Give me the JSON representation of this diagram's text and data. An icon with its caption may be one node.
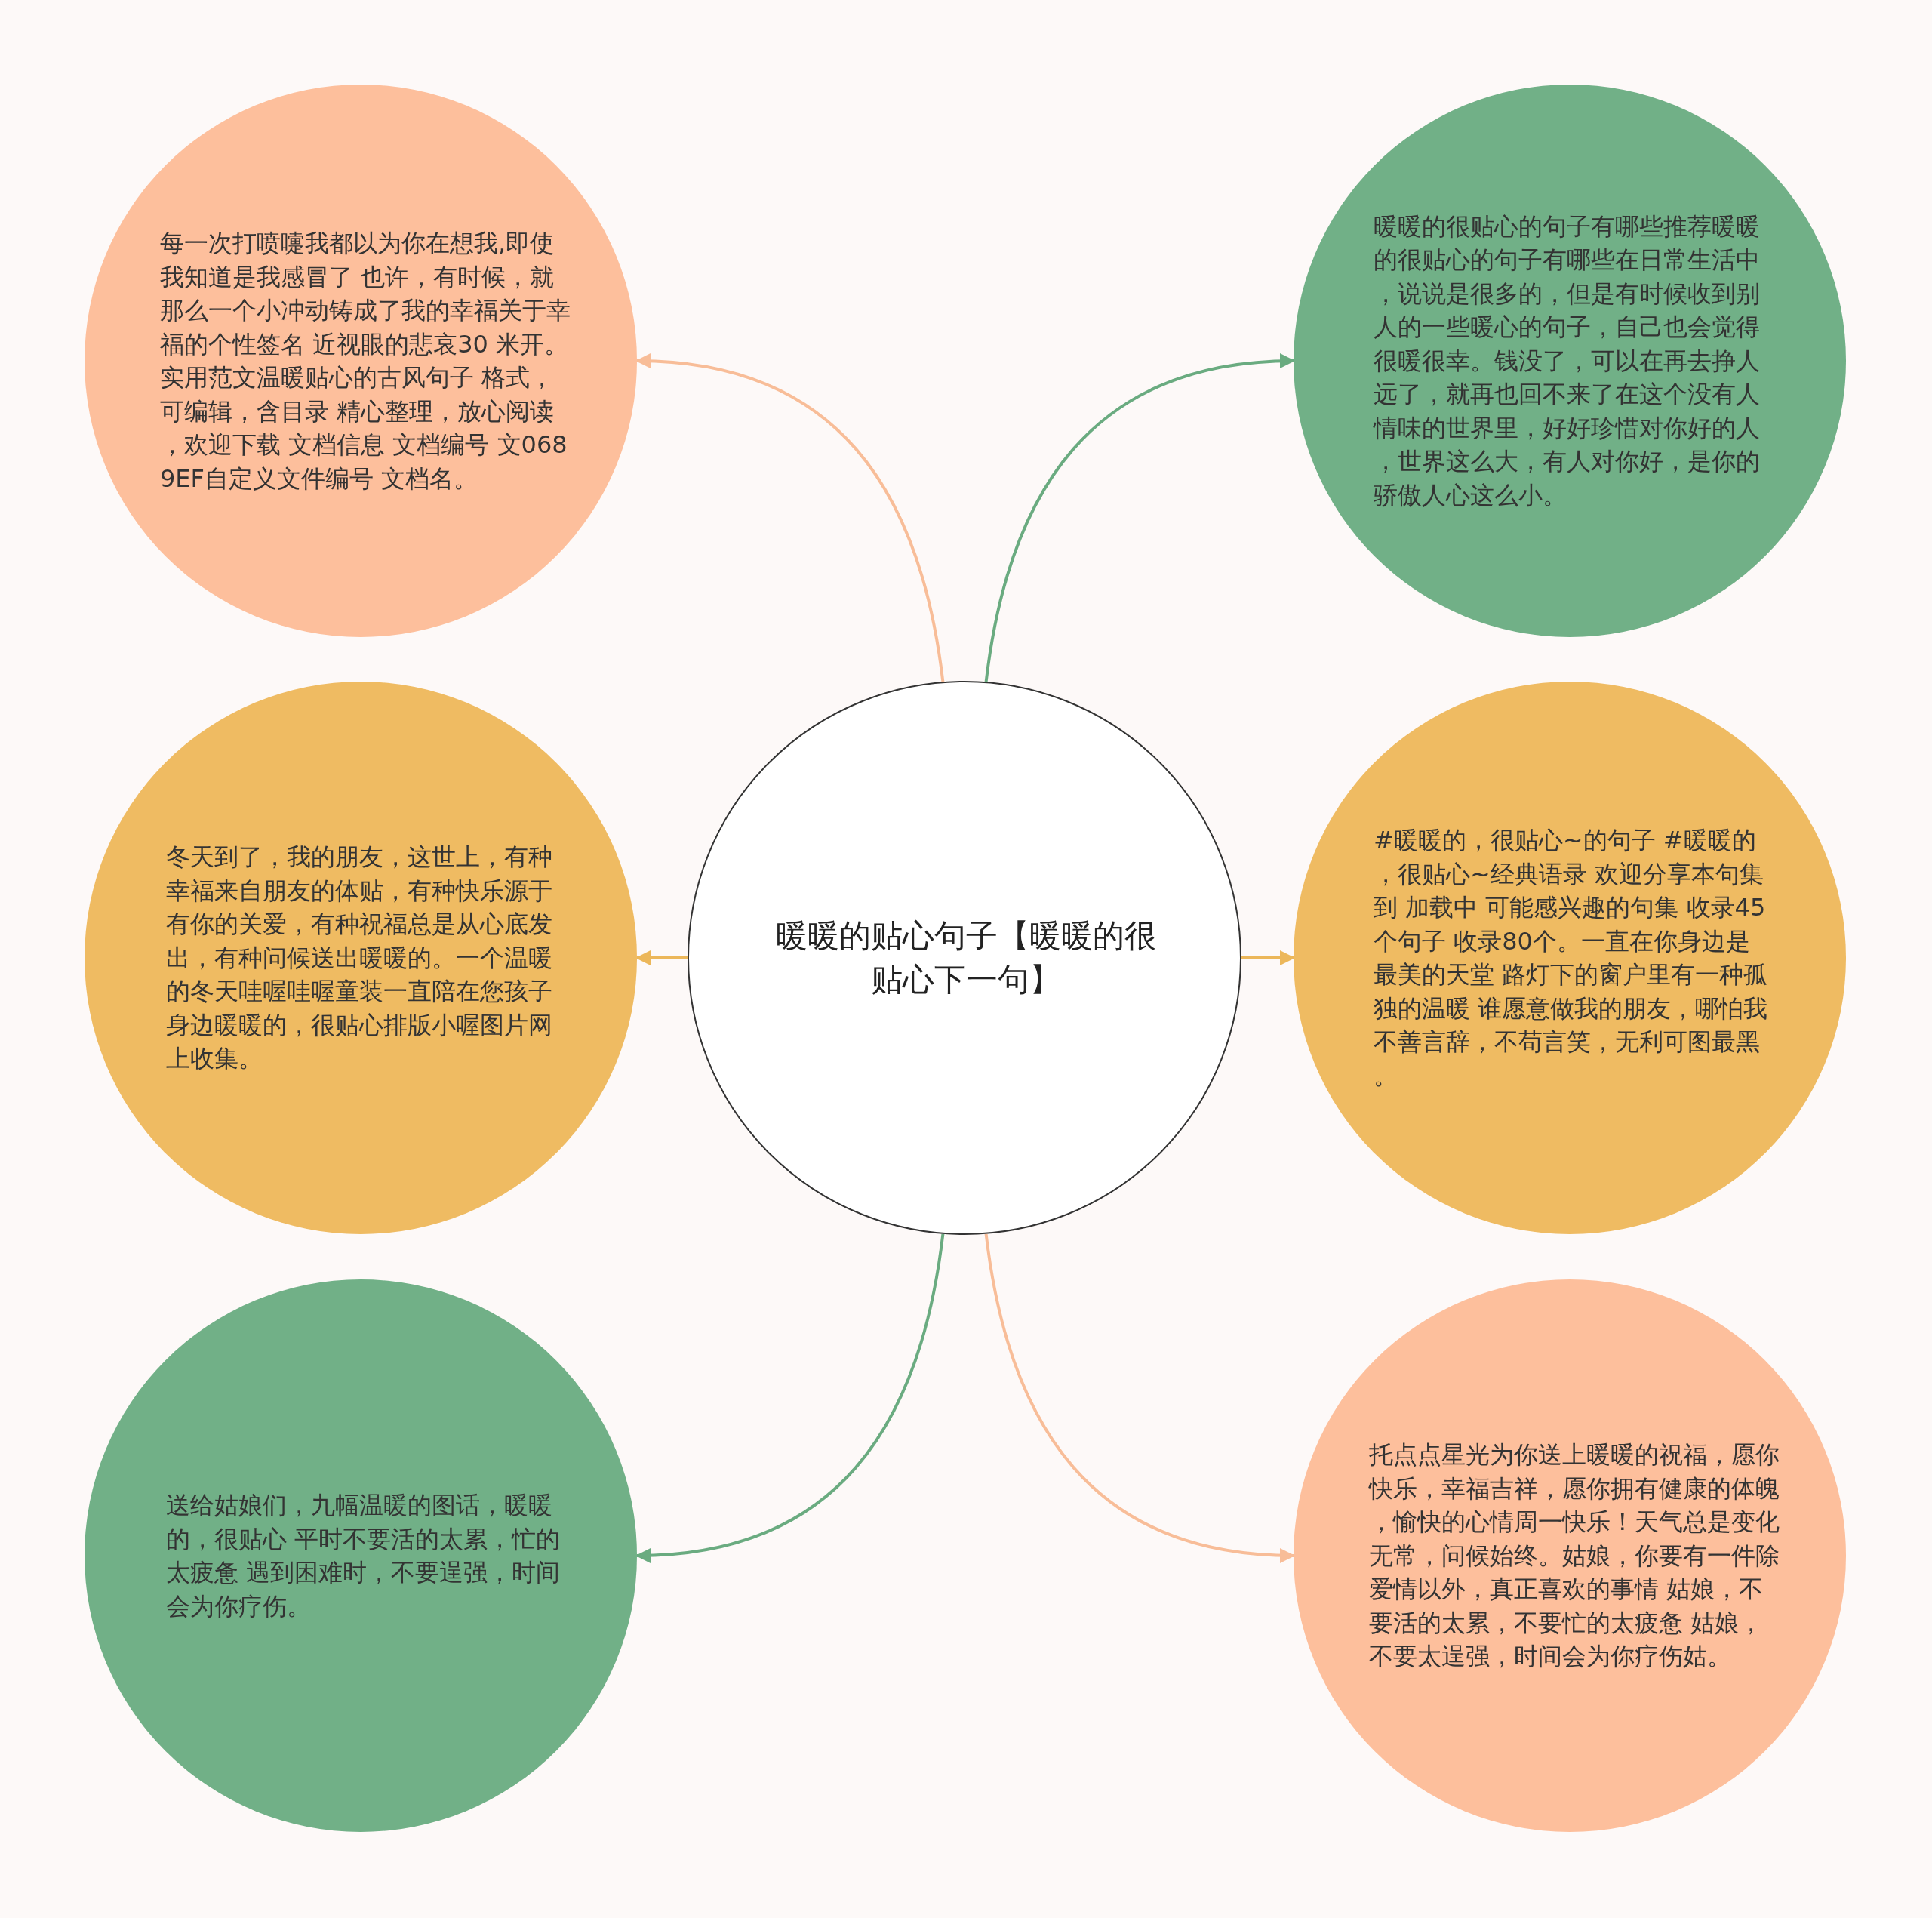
{
  "diagram": {
    "nodes": [
      {
        "text": [
          "暖暖的贴心句子【暖暖的很贴心下一句】"
        ]
      },
      {
        "text": [
          "每一次打喷嚏我都以为你在想我,即使我知道是我感冒了 也许，有时候，就那么一个小冲动铸成了我的幸福关于幸福的个性签名 近视眼的悲哀30 米开。实用范文温暖贴心的古风句子 格式，可编辑，含目录 精心整理，放心阅读，欢迎下载 文档信息 文档编号 文0689EF自定义文件编号 文档名。"
        ]
      },
      {
        "text": [
          "暖暖的很贴心的句子有哪些推荐暖暖的很贴心的句子有哪些在日常生活中，说说是很多的，但是有时候收到别人的一些暖心的句子，自己也会觉得很暖很幸。钱没了，可以在再去挣人远了，就再也回不来了在这个没有人情味的世界里，好好珍惜对你好的人，世界这么大，有人对你好，是你的骄傲人心这么小。"
        ]
      },
      {
        "text": [
          "冬天到了，我的朋友，这世上，有种幸福来自朋友的体贴，有种快乐源于有你的关爱，有种祝福总是从心底发出，有种问候送出暖暖的。一个温暖的冬天哇喔哇喔童装一直陪在您孩子身边暖暖的，很贴心排版小喔图片网上收集。"
        ]
      },
      {
        "text": [
          "#暖暖的，很贴心~的句子 #暖暖的，很贴心~经典语录 欢迎分享本句集到 加载中 可能感兴趣的句集 收录45个句子 收录80个。一直在你身边是最美的天堂 路灯下的窗户里有一种孤独的温暖 谁愿意做我的朋友，哪怕我不善言辞，不苟言笑，无利可图最黑。"
        ]
      },
      {
        "text": [
          "送给姑娘们，九幅温暖的图话，暖暖的，很贴心 平时不要活的太累，忙的太疲惫 遇到困难时，不要逞强，时间会为你疗伤。"
        ]
      },
      {
        "text": [
          "托点点星光为你送上暖暖的祝福，愿你快乐，幸福吉祥，愿你拥有健康的体魄，愉快的心情周一快乐！天气总是变化无常，问候始终。姑娘，你要有一件除爱情以外，真正喜欢的事情 姑娘，不要活的太累，不要忙的太疲惫 姑娘，不要太逞强，时间会为你疗伤姑。"
        ]
      }
    ],
    "edges": [
      {
        "from": 0,
        "to": 1,
        "arrow": "to",
        "color": "#f8bd98"
      },
      {
        "from": 0,
        "to": 2,
        "arrow": "to",
        "color": "#6aab80"
      },
      {
        "from": 0,
        "to": 3,
        "arrow": "to",
        "color": "#ecb75a"
      },
      {
        "from": 0,
        "to": 4,
        "arrow": "to",
        "color": "#ecb75a"
      },
      {
        "from": 0,
        "to": 5,
        "arrow": "to",
        "color": "#6aab80"
      },
      {
        "from": 0,
        "to": 6,
        "arrow": "to",
        "color": "#f8bd98"
      }
    ]
  }
}
